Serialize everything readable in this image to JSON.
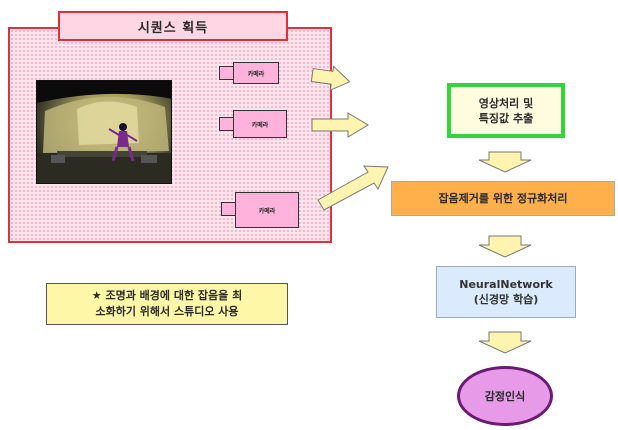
{
  "acquisition": {
    "title": "시퀀스 획득",
    "camera_labels": [
      "카메라",
      "카메라",
      "카메라"
    ]
  },
  "process": {
    "feature_lines": [
      "영상처리 및",
      "특징값 추출"
    ],
    "preprocess": "잡음제거를 위한 정규화처리",
    "nn_lines": [
      "NeuralNetwork",
      "(신경망 학습)"
    ],
    "emotion": "감정인식"
  },
  "note": {
    "lines": [
      "★ 조명과 배경에 대한 잡음을 최",
      "소화하기 위해서 스튜디오 사용"
    ]
  },
  "colors": {
    "panel_border": "#e0303a",
    "panel_fill": "#ffe4ee",
    "camera_fill": "#ffb3dc",
    "feature_border": "#35d43a",
    "feature_fill": "#fffce0",
    "preprocess_fill": "#ffb04a",
    "nn_fill": "#dbeafd",
    "emotion_fill": "#e69ae8",
    "emotion_border": "#6a1a72",
    "note_fill": "#fff7a8",
    "arrow_fill": "#fff3b0"
  }
}
